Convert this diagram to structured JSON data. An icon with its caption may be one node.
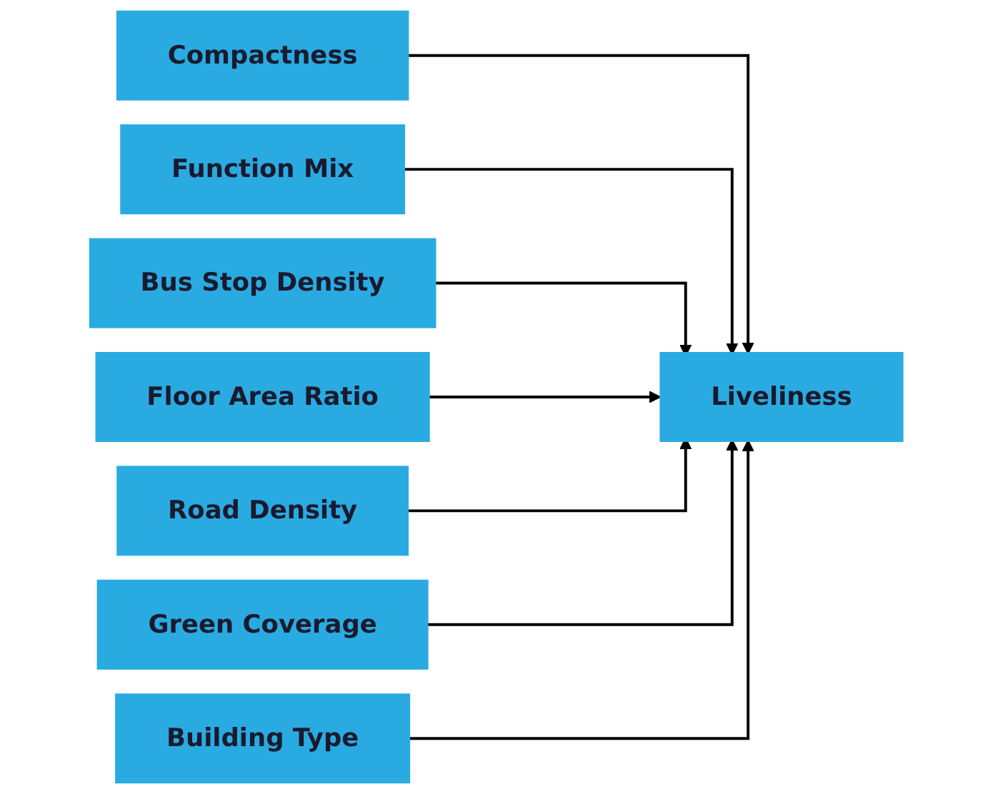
{
  "diagram": {
    "nodes": [
      {
        "text": [
          "Compactness"
        ]
      },
      {
        "text": [
          "Function Mix"
        ]
      },
      {
        "text": [
          "Bus Stop Density"
        ]
      },
      {
        "text": [
          "Floor Area Ratio"
        ]
      },
      {
        "text": [
          "Road Density"
        ]
      },
      {
        "text": [
          "Green Coverage"
        ]
      },
      {
        "text": [
          "Building Type"
        ]
      },
      {
        "text": [
          "Liveliness"
        ]
      }
    ],
    "edges": [
      {
        "from": 0,
        "to": 7,
        "arrow": "to"
      },
      {
        "from": 1,
        "to": 7,
        "arrow": "to"
      },
      {
        "from": 2,
        "to": 7,
        "arrow": "to"
      },
      {
        "from": 3,
        "to": 7,
        "arrow": "to"
      },
      {
        "from": 4,
        "to": 7,
        "arrow": "to"
      },
      {
        "from": 5,
        "to": 7,
        "arrow": "to"
      },
      {
        "from": 6,
        "to": 7,
        "arrow": "to"
      }
    ]
  }
}
